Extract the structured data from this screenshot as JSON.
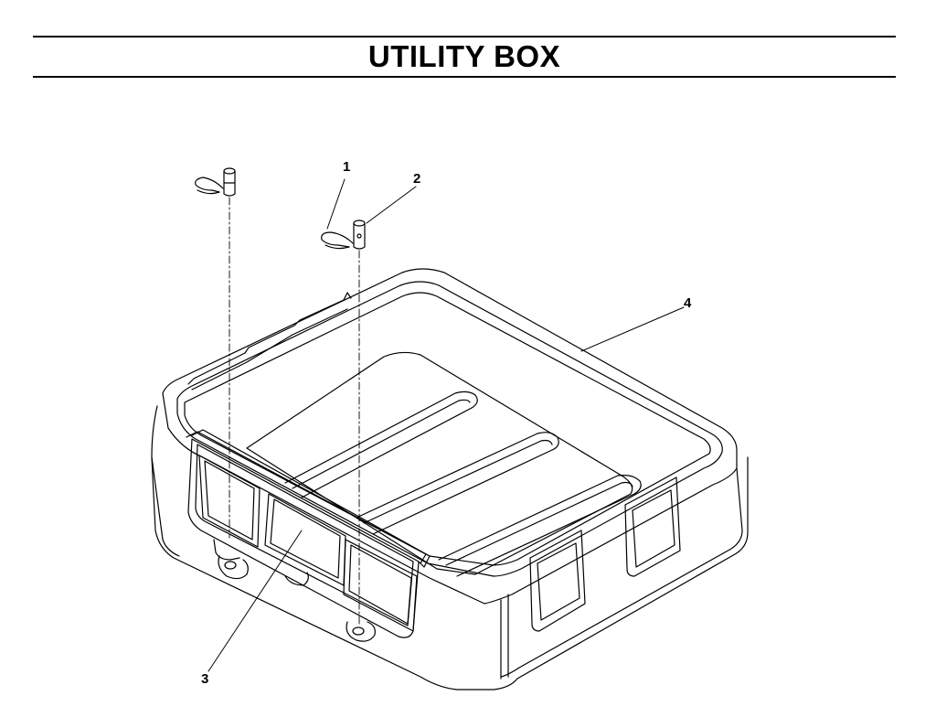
{
  "header": {
    "title": "UTILITY BOX"
  },
  "callouts": {
    "c1": "1",
    "c2": "2",
    "c3": "3",
    "c4": "4"
  },
  "colors": {
    "line": "#000000",
    "background": "#ffffff"
  }
}
